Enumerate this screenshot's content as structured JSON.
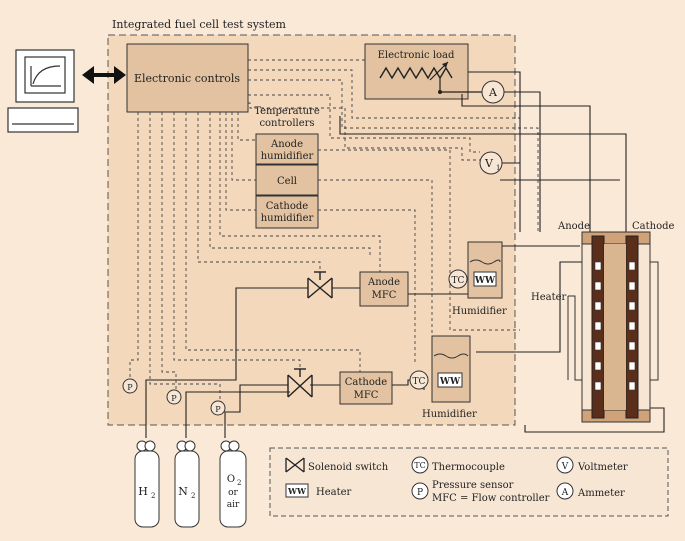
{
  "system_title": "Integrated fuel cell test system",
  "electronic_controls": "Electronic controls",
  "electronic_load": "Electronic load",
  "ammeter_symbol": "A",
  "voltmeter_symbol": "V",
  "voltmeter_subscript": "1",
  "temp_controllers": [
    "Temperature",
    "controllers"
  ],
  "anode_humidifier_box": [
    "Anode",
    "humidifier"
  ],
  "cell_box": "Cell",
  "cathode_humidifier_box": [
    "Cathode",
    "humidifier"
  ],
  "anode_mfc": [
    "Anode",
    "MFC"
  ],
  "cathode_mfc": [
    "Cathode",
    "MFC"
  ],
  "tc_symbol": "TC",
  "heater_symbol": "WW",
  "pressure_symbol": "P",
  "humidifier_label": "Humidifier",
  "anode_label": "Anode",
  "cathode_label": "Cathode",
  "heater_label": "Heater",
  "cylinders": {
    "h2": {
      "main": "H",
      "sub": "2"
    },
    "n2": {
      "main": "N",
      "sub": "2"
    },
    "o2": {
      "main": "O",
      "sub": "2",
      "line2": "or",
      "line3": "air"
    }
  },
  "legend": {
    "solenoid": "Solenoid switch",
    "thermocouple": "Thermocouple",
    "voltmeter": "Voltmeter",
    "heater": "Heater",
    "pressure": "Pressure sensor",
    "mfc": "MFC = Flow controller",
    "ammeter": "Ammeter"
  },
  "colors": {
    "background": "#fbe9d8",
    "panel": "#f3d8bc",
    "box": "#e2c2a0",
    "plate": "#5a2e1a",
    "stroke": "#333333"
  }
}
